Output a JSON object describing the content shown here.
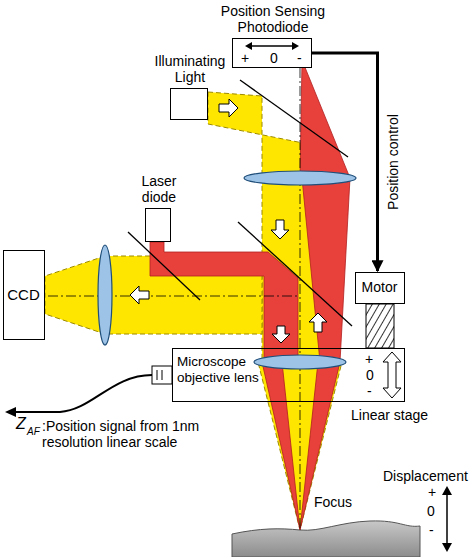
{
  "diagram": {
    "nodes": [
      {
        "text": [
          "Position Sensing Photodiode",
          "+",
          "0",
          "-"
        ]
      },
      {
        "text": [
          "Illuminating Light"
        ]
      },
      {
        "text": [
          "Laser diode"
        ]
      },
      {
        "text": [
          "CCD"
        ]
      },
      {
        "text": [
          "Motor"
        ]
      },
      {
        "text": [
          "Microscope objective lens",
          "+",
          "0",
          "-",
          "Linear stage"
        ]
      }
    ],
    "edges": [
      {
        "from": 0,
        "to": 4,
        "label": "Position control",
        "arrow": "to"
      }
    ],
    "labels": [
      "Z",
      "AF",
      ":Position signal from 1nm resolution linear scale",
      "Displacement",
      "+",
      "0",
      "-",
      "Focus"
    ]
  }
}
